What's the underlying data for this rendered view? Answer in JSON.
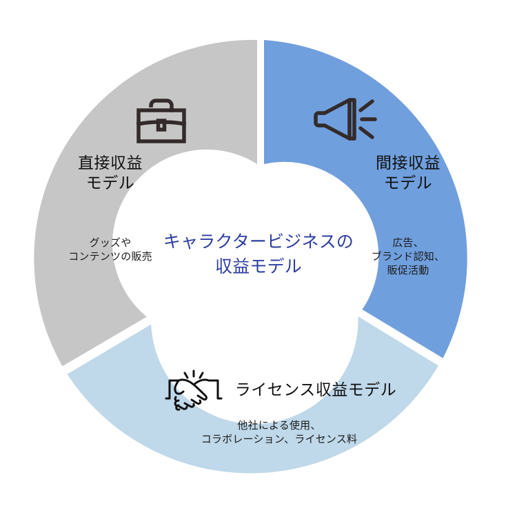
{
  "diagram": {
    "type": "donut-3-segment",
    "center": {
      "text": "キャラクタービジネスの\n収益モデル",
      "color": "#2c3da0"
    },
    "segments": [
      {
        "id": "direct",
        "title": "直接収益\nモデル",
        "subtitle": "グッズや\nコンテンツの販売",
        "color": "#c6c6c6",
        "icon": "briefcase-icon",
        "position": "left"
      },
      {
        "id": "indirect",
        "title": "間接収益\nモデル",
        "subtitle": "広告、\nブランド認知、\n販促活動",
        "color": "#709fdd",
        "icon": "megaphone-icon",
        "position": "right"
      },
      {
        "id": "license",
        "title": "ライセンス収益モデル",
        "subtitle": "他社による使用、\nコラボレーション、ライセンス料",
        "color": "#bfd8ea",
        "icon": "handshake-icon",
        "position": "bottom"
      }
    ],
    "palette": {
      "background": "#ffffff",
      "gray": "#c6c6c6",
      "blue": "#709fdd",
      "light_blue": "#bfd8ea",
      "icon_stroke": "#332b2b",
      "text": "#101010",
      "center_text": "#2c3da0"
    }
  }
}
